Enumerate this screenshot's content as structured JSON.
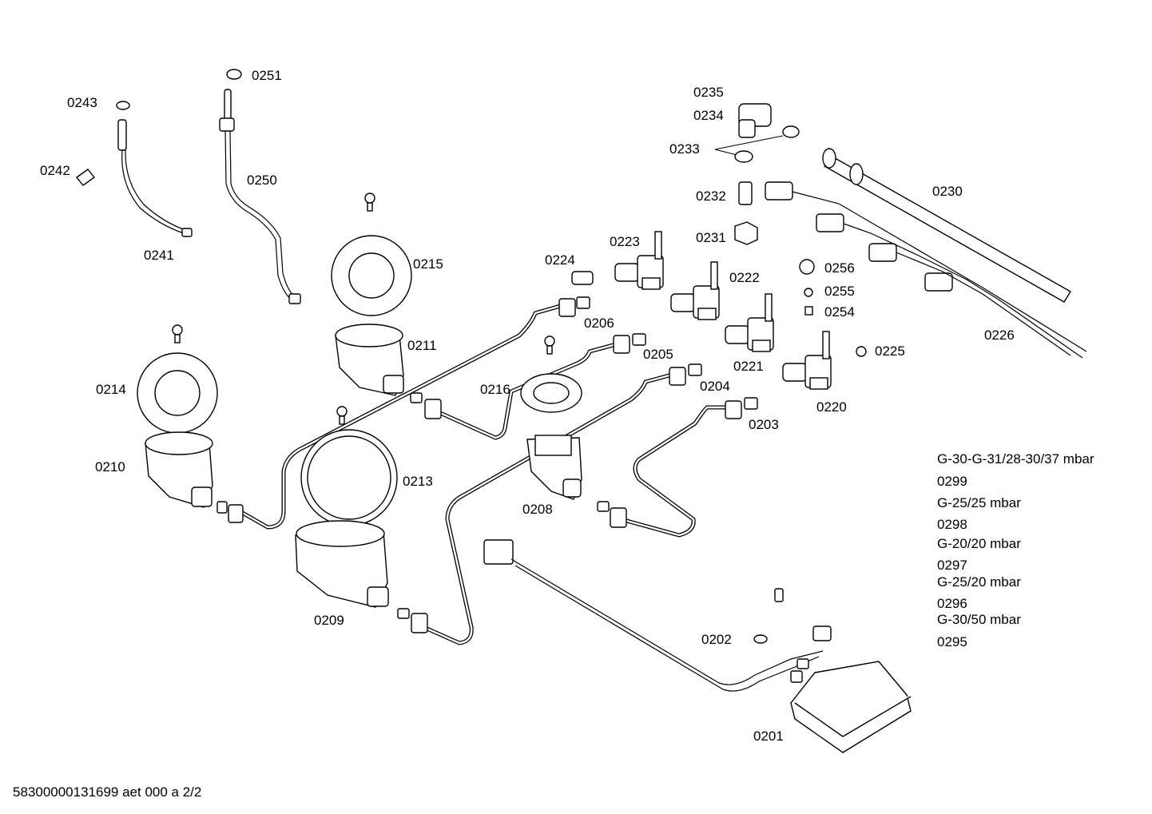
{
  "parts": {
    "p0201": "0201",
    "p0202": "0202",
    "p0203": "0203",
    "p0204": "0204",
    "p0205": "0205",
    "p0206": "0206",
    "p0208": "0208",
    "p0209": "0209",
    "p0210": "0210",
    "p0211": "0211",
    "p0213": "0213",
    "p0214": "0214",
    "p0215": "0215",
    "p0216": "0216",
    "p0220": "0220",
    "p0221": "0221",
    "p0222": "0222",
    "p0223": "0223",
    "p0224": "0224",
    "p0225": "0225",
    "p0226": "0226",
    "p0230": "0230",
    "p0231": "0231",
    "p0232": "0232",
    "p0233": "0233",
    "p0234": "0234",
    "p0235": "0235",
    "p0241": "0241",
    "p0242": "0242",
    "p0243": "0243",
    "p0250": "0250",
    "p0251": "0251",
    "p0254": "0254",
    "p0255": "0255",
    "p0256": "0256"
  },
  "gas_variants": [
    {
      "spec": "G-30-G-31/28-30/37 mbar",
      "code": "0299"
    },
    {
      "spec": "G-25/25 mbar",
      "code": "0298"
    },
    {
      "spec": "G-20/20 mbar",
      "code": "0297"
    },
    {
      "spec": "G-25/20 mbar",
      "code": "0296"
    },
    {
      "spec": "G-30/50 mbar",
      "code": "0295"
    }
  ],
  "footer": "58300000131699 aet 000 a 2/2"
}
